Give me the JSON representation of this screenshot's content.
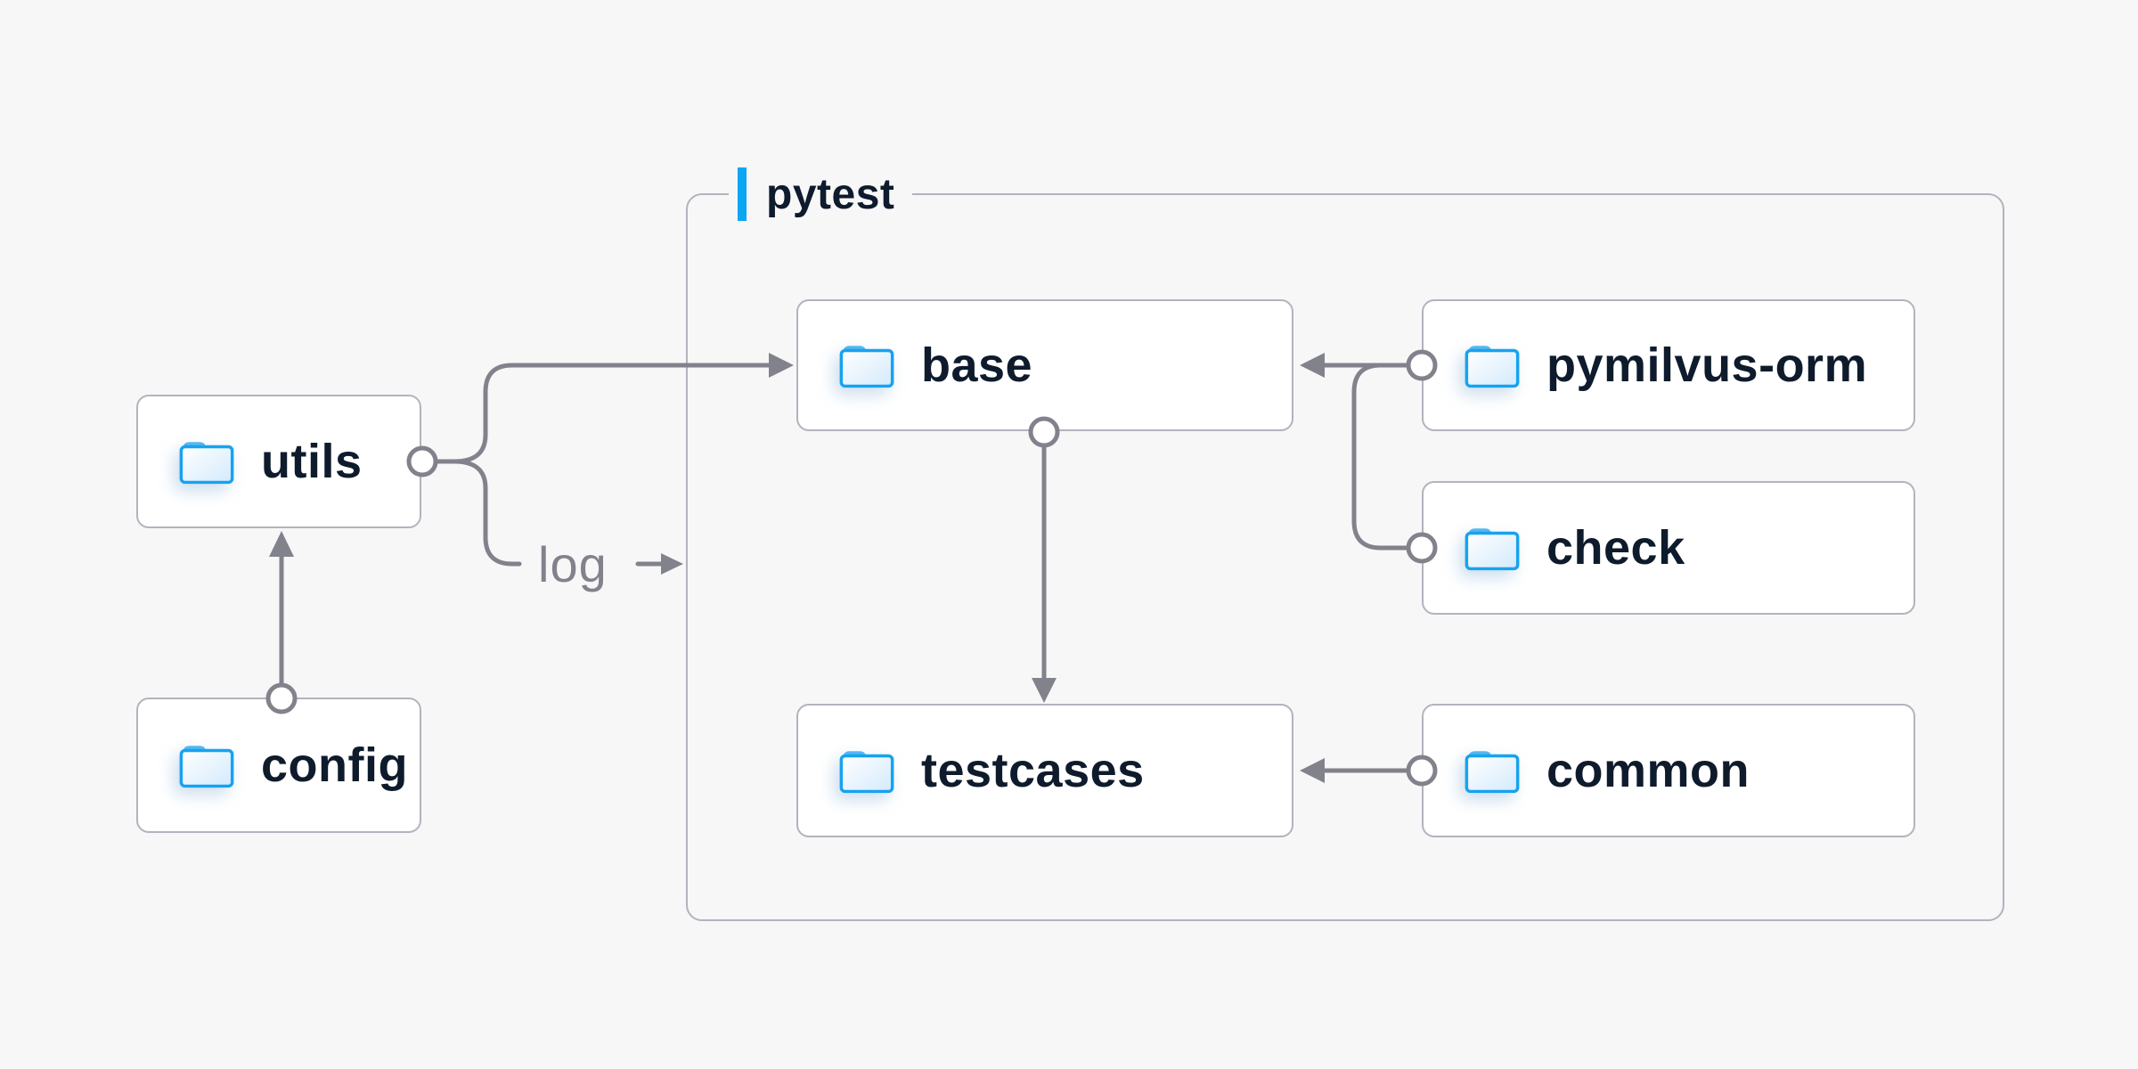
{
  "diagram": {
    "container": {
      "label": "pytest"
    },
    "nodes": [
      {
        "id": "utils",
        "label": "utils",
        "icon": "folder-icon"
      },
      {
        "id": "config",
        "label": "config",
        "icon": "folder-icon"
      },
      {
        "id": "base",
        "label": "base",
        "icon": "folder-icon"
      },
      {
        "id": "pymilvus-orm",
        "label": "pymilvus-orm",
        "icon": "folder-icon"
      },
      {
        "id": "check",
        "label": "check",
        "icon": "folder-icon"
      },
      {
        "id": "testcases",
        "label": "testcases",
        "icon": "folder-icon"
      },
      {
        "id": "common",
        "label": "common",
        "icon": "folder-icon"
      }
    ],
    "edges": [
      {
        "from": "config",
        "to": "utils",
        "type": "arrow"
      },
      {
        "from": "utils",
        "to": "base",
        "type": "arrow"
      },
      {
        "from": "utils",
        "to": "pytest-container",
        "type": "arrow",
        "label": "log"
      },
      {
        "from": "pymilvus-orm",
        "to": "base",
        "type": "arrow"
      },
      {
        "from": "check",
        "to": "base",
        "type": "arrow"
      },
      {
        "from": "base",
        "to": "testcases",
        "type": "arrow"
      },
      {
        "from": "common",
        "to": "testcases",
        "type": "arrow"
      }
    ],
    "edge_label": {
      "text": "log"
    },
    "colors": {
      "background": "#f7f7f8",
      "node_fill": "#ffffff",
      "node_border": "#b3b3bd",
      "connector_gray": "#82828c",
      "label_text": "#0e1b2c",
      "accent_blue": "#0aa6f2",
      "folder_outline_blue": "#17a2f0",
      "folder_tab_blue": "#54b7f0"
    }
  }
}
